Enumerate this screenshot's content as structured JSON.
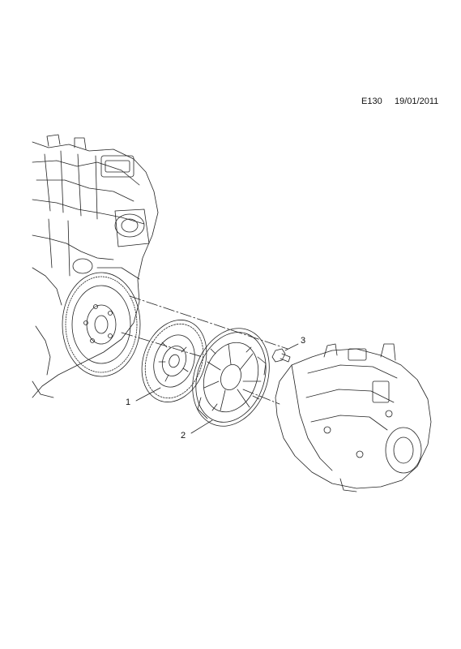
{
  "header": {
    "code": "E130",
    "date": "19/01/2011"
  },
  "callouts": [
    {
      "label": "1"
    },
    {
      "label": "2"
    },
    {
      "label": "3"
    }
  ]
}
